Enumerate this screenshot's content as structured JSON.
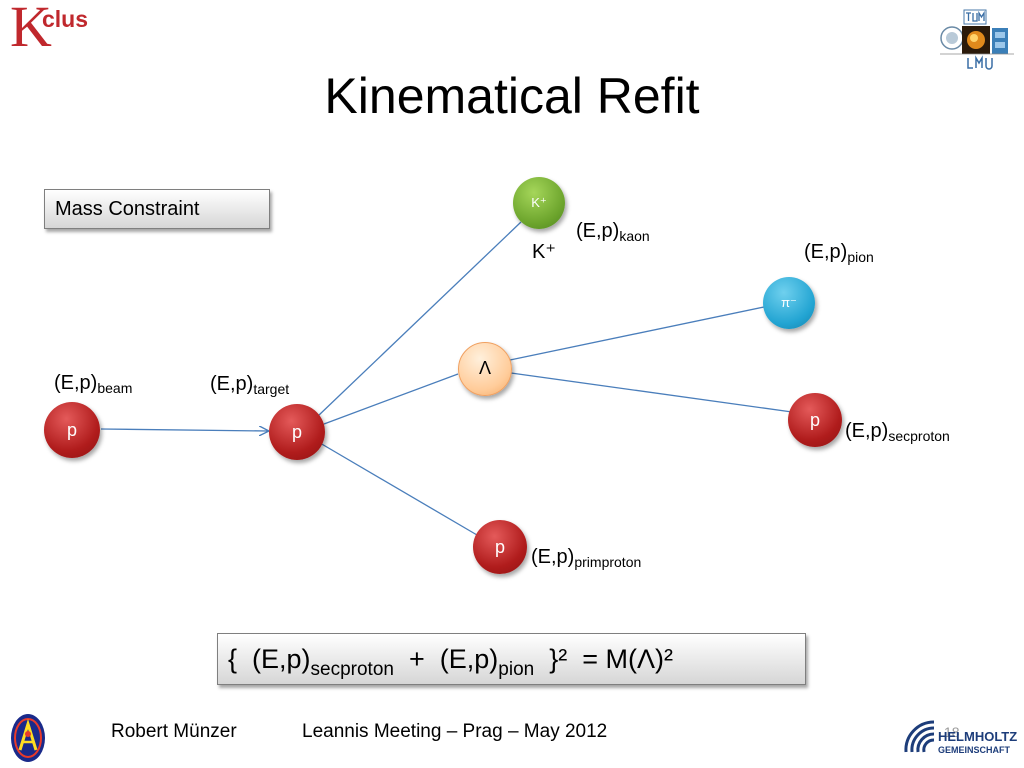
{
  "logos": {
    "kclus": {
      "k": "K",
      "clus": "clus"
    }
  },
  "title": "Kinematical Refit",
  "constraint_label": "Mass Constraint",
  "nodes": {
    "beam_p": "p",
    "target_p": "p",
    "kaon": "K⁺",
    "lambda": "Λ",
    "pion": "π⁻",
    "secproton": "p",
    "primproton": "p"
  },
  "labels": {
    "beam": {
      "main": "(E,p)",
      "sub": "beam"
    },
    "target": {
      "main": "(E,p)",
      "sub": "target"
    },
    "kaon": {
      "main": "(E,p)",
      "sub": "kaon"
    },
    "kaon_name": "K⁺",
    "pion": {
      "main": "(E,p)",
      "sub": "pion"
    },
    "secproton": {
      "main": "(E,p)",
      "sub": "secproton"
    },
    "primproton": {
      "main": "(E,p)",
      "sub": "primproton"
    }
  },
  "formula": {
    "open": "{  (E,p)",
    "sub1": "secproton",
    "mid": "  +  (E,p)",
    "sub2": "pion",
    "close": "  }²  = M(Λ)²"
  },
  "footer": {
    "author": "Robert Münzer",
    "event": "Leannis Meeting – Prag – May 2012",
    "page": "18",
    "helmholtz_line1": "HELMHOLTZ",
    "helmholtz_line2": "GEMEINSCHAFT"
  },
  "colors": {
    "kclus_red": "#c0282d",
    "proton_red": "#b01c1c",
    "kaon_green": "#6ca42c",
    "pion_blue": "#22a4d2",
    "lambda_orange": "#ffcc9a",
    "edge_blue": "#4a7ebb"
  }
}
